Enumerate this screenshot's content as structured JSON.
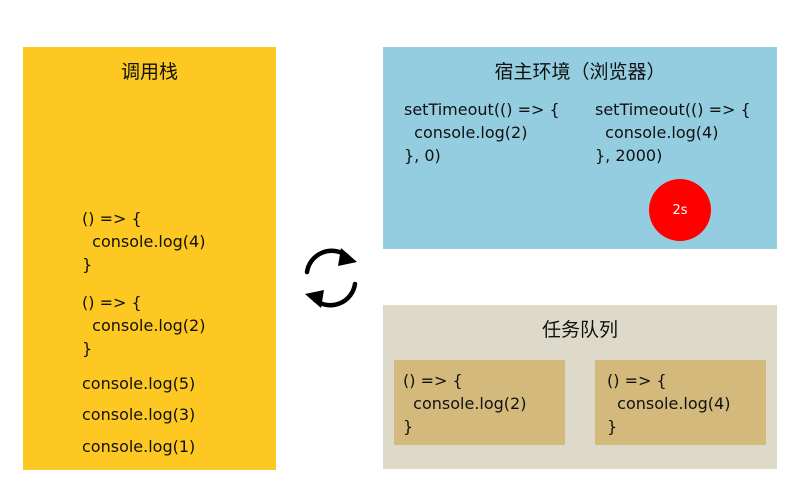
{
  "colors": {
    "call_stack_bg": "#FCC821",
    "host_env_bg": "#94CDDF",
    "task_queue_bg": "#DEDACA",
    "task_card_bg": "#D3BA7C",
    "timer_badge_bg": "#FF0000",
    "loop_arrow": "#000000"
  },
  "call_stack": {
    "title": "调用栈",
    "entries": [
      "() => {\n  console.log(4)\n}",
      "() => {\n  console.log(2)\n}",
      "console.log(5)",
      "console.log(3)",
      "console.log(1)"
    ]
  },
  "host_env": {
    "title": "宿主环境（浏览器）",
    "timers": [
      "setTimeout(() => {\n  console.log(2)\n}, 0)",
      "setTimeout(() => {\n  console.log(4)\n}, 2000)"
    ],
    "timer_badge": "2s"
  },
  "task_queue": {
    "title": "任务队列",
    "tasks": [
      "() => {\n  console.log(2)\n}",
      "() => {\n  console.log(4)\n}"
    ]
  },
  "event_loop": {
    "icon": "refresh-cycle-icon"
  }
}
